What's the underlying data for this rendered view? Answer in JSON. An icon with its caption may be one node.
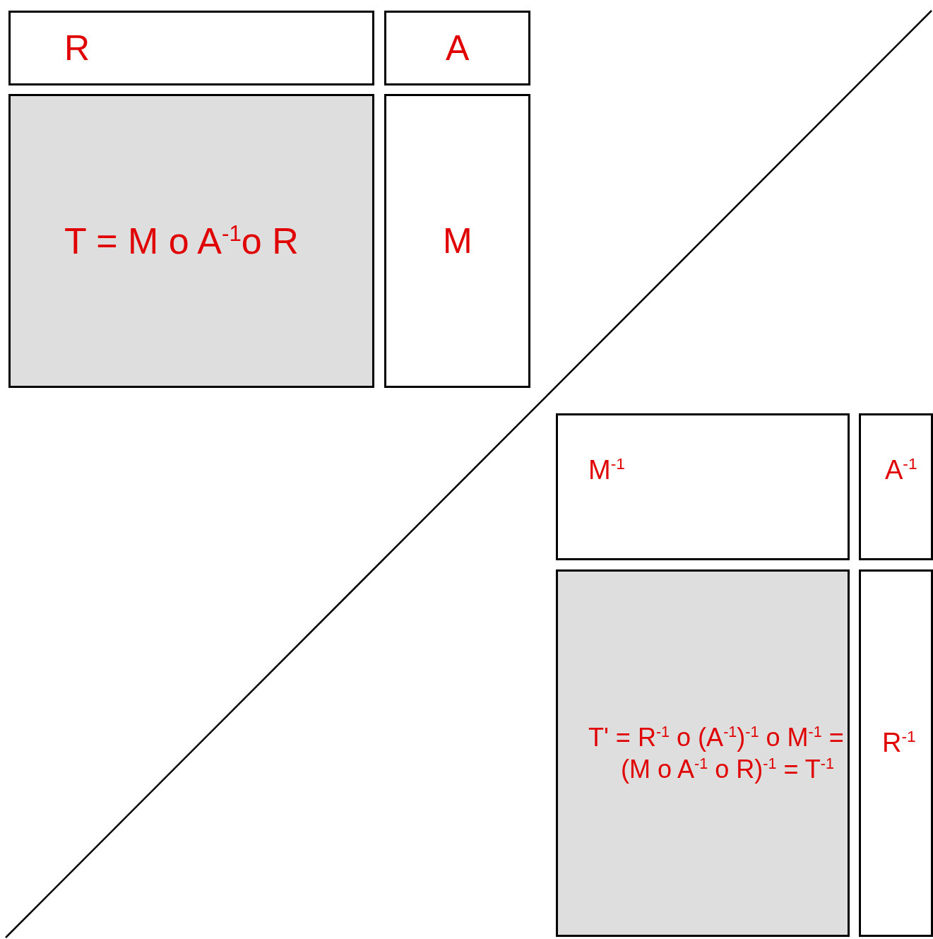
{
  "diagram": {
    "nodes": [
      {
        "text": [
          "R"
        ]
      },
      {
        "text": [
          "A"
        ]
      },
      {
        "text": [
          "T = M o A$^{-1}$o R"
        ]
      },
      {
        "text": [
          "M"
        ]
      },
      {
        "text": [
          "M$^{-1}$"
        ]
      },
      {
        "text": [
          "A$^{-1}$"
        ]
      },
      {
        "text": [
          "T' = R$^{-1}$ o (A$^{-1}$)$^{-1}$ o M$^{-1}$ = (M o A$^{-1}$ o R)$^{-1}$ = T$^{-1}$"
        ]
      },
      {
        "text": [
          "R$^{-1}$"
        ]
      }
    ],
    "edges": []
  }
}
